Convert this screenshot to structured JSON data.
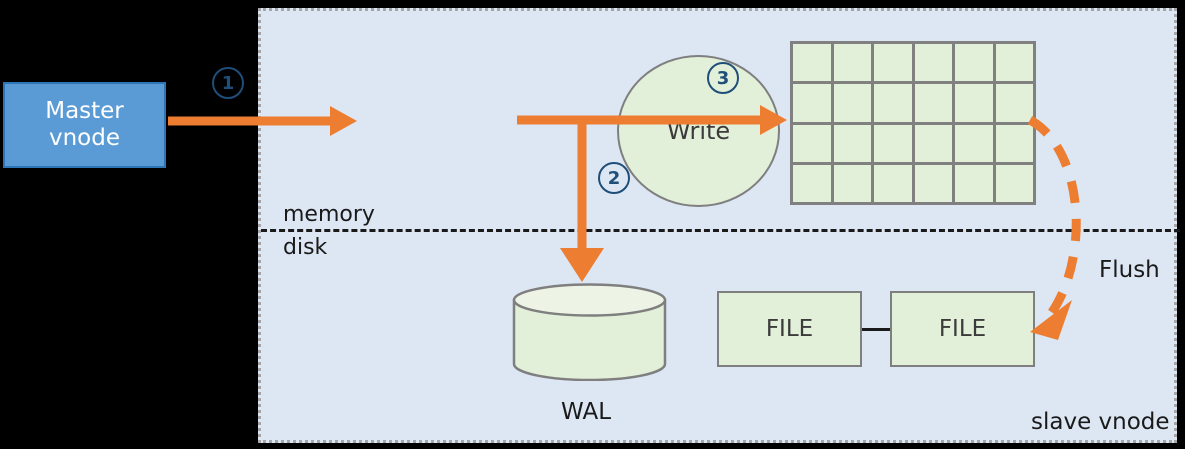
{
  "diagram": {
    "title": "TDengine vnode write path",
    "colors": {
      "panel_background": "#dce7f3",
      "panel_border": "#a6a6a6",
      "master_fill": "#5b9bd5",
      "master_border": "#2e75b6",
      "shape_fill": "#e2efd9",
      "shape_border": "#7f7f7f",
      "arrow_orange": "#ed7d31",
      "step_number": "#1f4e79",
      "text": "#1a1a1a",
      "canvas_background": "#000000"
    }
  },
  "master": {
    "line1": "Master",
    "line2": "vnode"
  },
  "steps": {
    "one": "1",
    "two": "2",
    "three": "3"
  },
  "write": {
    "label": "Write"
  },
  "divider": {
    "memory_label": "memory",
    "disk_label": "disk"
  },
  "memtable": {
    "columns": 6,
    "rows": 4
  },
  "wal": {
    "label": "WAL"
  },
  "files": [
    {
      "label": "FILE"
    },
    {
      "label": "FILE"
    }
  ],
  "flush": {
    "label": "Flush"
  },
  "panel": {
    "slave_label": "slave vnode"
  }
}
